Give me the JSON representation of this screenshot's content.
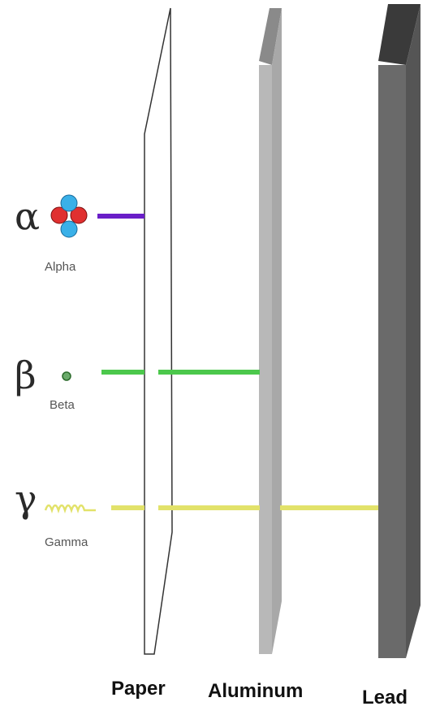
{
  "radiation": {
    "alpha": {
      "symbol": "α",
      "name": "Alpha",
      "beam_color": "#6a1ec8"
    },
    "beta": {
      "symbol": "β",
      "name": "Beta",
      "beam_color": "#4cc84c"
    },
    "gamma": {
      "symbol": "γ",
      "name": "Gamma",
      "beam_color": "#e2e26a"
    }
  },
  "barriers": {
    "paper": {
      "label": "Paper"
    },
    "aluminum": {
      "label": "Aluminum"
    },
    "lead": {
      "label": "Lead"
    }
  },
  "colors": {
    "proton": "#e03030",
    "neutron": "#3ab0e8",
    "aluminum_front": "#b8b8b8",
    "aluminum_top": "#8a8a8a",
    "lead_front": "#6a6a6a",
    "lead_top": "#3a3a3a"
  }
}
